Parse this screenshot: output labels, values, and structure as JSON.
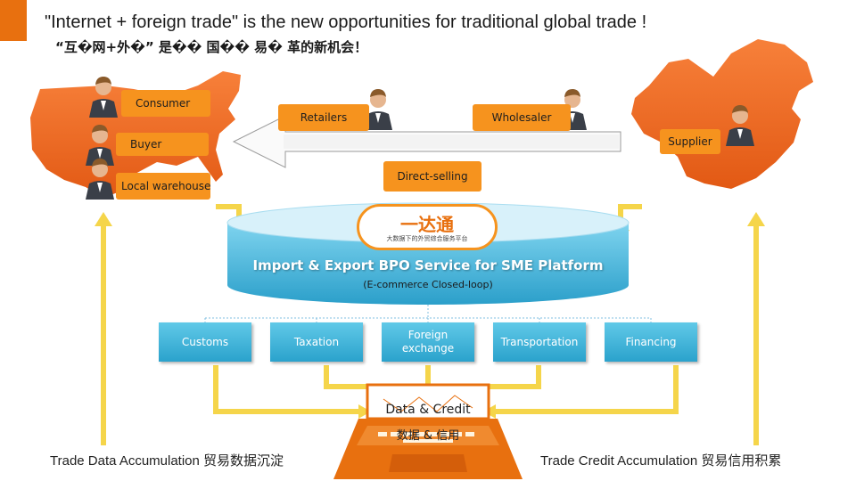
{
  "header": {
    "title_en": "\"Internet + foreign trade\" is the new opportunities for traditional global trade !",
    "title_cn": "“互�网+外�” 是�� 国�� 易� 革的新机会！"
  },
  "roles": {
    "consumer": "Consumer",
    "buyer": "Buyer",
    "local_warehouse": "Local warehouse",
    "retailers": "Retailers",
    "wholesaler": "Wholesaler",
    "supplier": "Supplier",
    "direct_selling": "Direct-selling"
  },
  "platform": {
    "logo_text": "一达通",
    "logo_tagline": "大数据下的外贸综合服务平台",
    "title": "Import & Export BPO Service for SME Platform",
    "subtitle": "(E-commerce Closed-loop)"
  },
  "services": [
    {
      "label": "Customs"
    },
    {
      "label": "Taxation"
    },
    {
      "label": "Foreign exchange"
    },
    {
      "label": "Transportation"
    },
    {
      "label": "Financing"
    }
  ],
  "data_credit": {
    "title": "Data & Credit",
    "cn": "数据 & 信用"
  },
  "footer": {
    "left": "Trade Data Accumulation 贸易数据沉淀",
    "right": "Trade Credit Accumulation 贸易信用积累"
  },
  "colors": {
    "accent_orange": "#f6931e",
    "map_orange": "#ef6a1e",
    "arrow_yellow": "#f5d54a",
    "platform_blue": "#5ec5e6"
  }
}
